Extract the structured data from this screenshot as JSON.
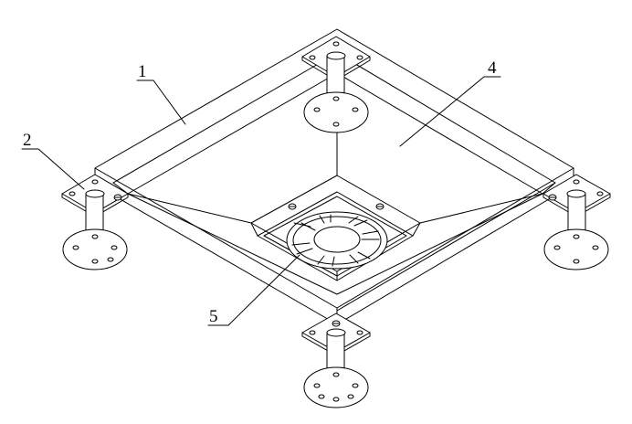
{
  "labels": {
    "frame": "1",
    "foot_plate": "2",
    "top_panel": "4",
    "fan": "5"
  }
}
